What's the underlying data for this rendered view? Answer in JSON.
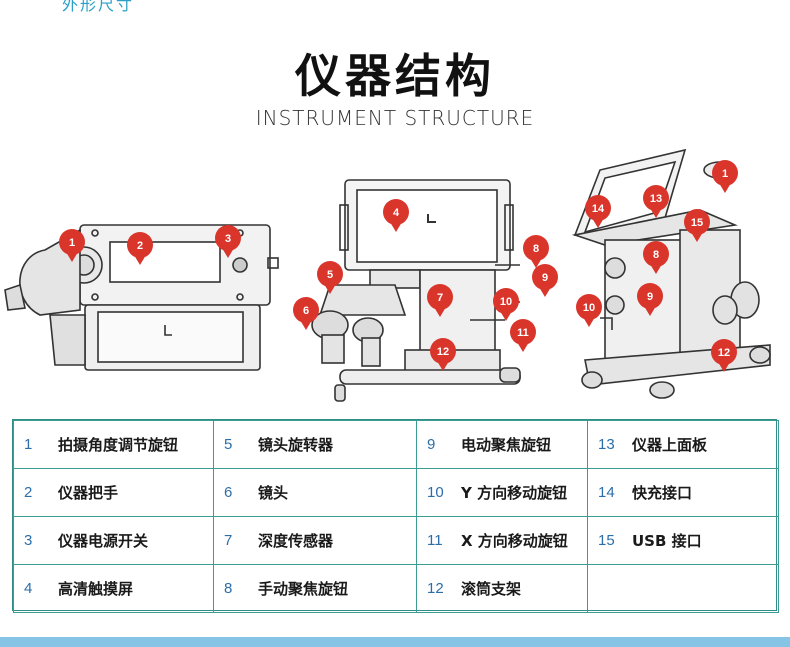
{
  "page": {
    "top_cut_text": "外形尺寸",
    "title": "仪器结构",
    "subtitle": "INSTRUMENT STRUCTURE"
  },
  "figures": {
    "fig1_markers": [
      "1",
      "2",
      "3"
    ],
    "fig2_markers": [
      "4",
      "5",
      "6",
      "7",
      "8",
      "9",
      "10",
      "11",
      "12"
    ],
    "fig3_markers": [
      "1",
      "13",
      "14",
      "15",
      "8",
      "9",
      "10",
      "12"
    ],
    "screen_glyph": "L",
    "marker_color": "#d9352b"
  },
  "legend": {
    "rows": [
      [
        {
          "n": "1",
          "t": "拍摄角度调节旋钮"
        },
        {
          "n": "5",
          "t": "镜头旋转器"
        },
        {
          "n": "9",
          "t": "电动聚焦旋钮"
        },
        {
          "n": "13",
          "t": "仪器上面板"
        }
      ],
      [
        {
          "n": "2",
          "t": "仪器把手"
        },
        {
          "n": "6",
          "t": "镜头"
        },
        {
          "n": "10",
          "t": "Y 方向移动旋钮"
        },
        {
          "n": "14",
          "t": "快充接口"
        }
      ],
      [
        {
          "n": "3",
          "t": "仪器电源开关"
        },
        {
          "n": "7",
          "t": "深度传感器"
        },
        {
          "n": "11",
          "t": "X 方向移动旋钮"
        },
        {
          "n": "15",
          "t": "USB 接口"
        }
      ],
      [
        {
          "n": "4",
          "t": "高清触摸屏"
        },
        {
          "n": "8",
          "t": "手动聚焦旋钮"
        },
        {
          "n": "12",
          "t": "滚筒支架"
        },
        {
          "n": "",
          "t": ""
        }
      ]
    ]
  }
}
